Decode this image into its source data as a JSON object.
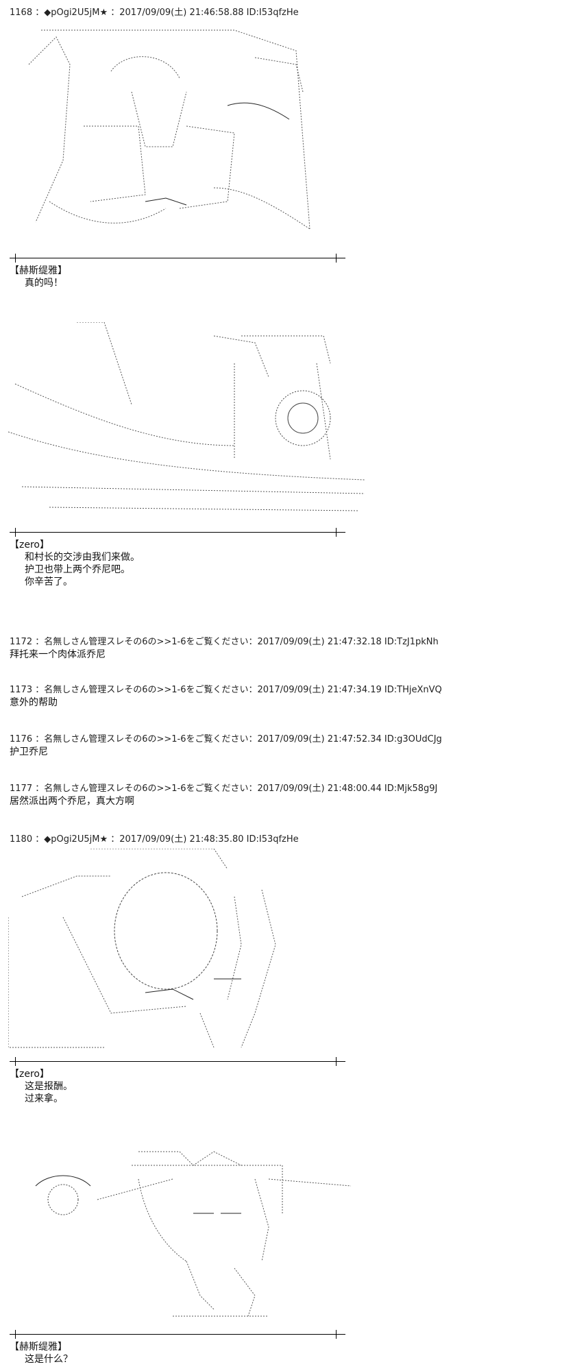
{
  "posts": [
    {
      "header": "1168 ：◆pOgi2U5jM★ ：2017/09/09(土) 21:46:58.88 ID:I53qfzHe",
      "panels": [
        {
          "art_name": "hestia-surprised-art",
          "speaker": "【赫斯缇雅】",
          "lines": [
            "真的吗！"
          ]
        },
        {
          "art_name": "zero-dragon-art",
          "speaker": "【zero】",
          "lines": [
            "和村长的交涉由我们来做。",
            "护卫也带上两个乔尼吧。",
            "你辛苦了。"
          ]
        }
      ]
    },
    {
      "header": "1172 ：名無しさん管理スレその6の>>1-6をご覧ください：2017/09/09(土) 21:47:32.18 ID:TzJ1pkNh",
      "text": "拜托来一个肉体派乔尼"
    },
    {
      "header": "1173 ：名無しさん管理スレその6の>>1-6をご覧ください：2017/09/09(土) 21:47:34.19 ID:THjeXnVQ",
      "text": "意外的帮助"
    },
    {
      "header": "1176 ：名無しさん管理スレその6の>>1-6をご覧ください：2017/09/09(土) 21:47:52.34 ID:g3OUdCJg",
      "text": "护卫乔尼"
    },
    {
      "header": "1177 ：名無しさん管理スレその6の>>1-6をご覧ください：2017/09/09(土) 21:48:00.44 ID:Mjk58g9J",
      "text": "居然派出两个乔尼，真大方啊"
    },
    {
      "header": "1180 ：◆pOgi2U5jM★ ：2017/09/09(土) 21:48:35.80 ID:I53qfzHe",
      "panels": [
        {
          "art_name": "zero-reward-art",
          "speaker": "【zero】",
          "lines": [
            "这是报酬。",
            "过来拿。"
          ]
        },
        {
          "art_name": "hestia-holding-item-art",
          "speaker": "【赫斯缇雅】",
          "lines": [
            "这是什么？"
          ]
        }
      ]
    }
  ],
  "colors": {
    "background": "#ffffff",
    "text": "#111111",
    "ascii_art": "#444444",
    "divider": "#000000"
  }
}
